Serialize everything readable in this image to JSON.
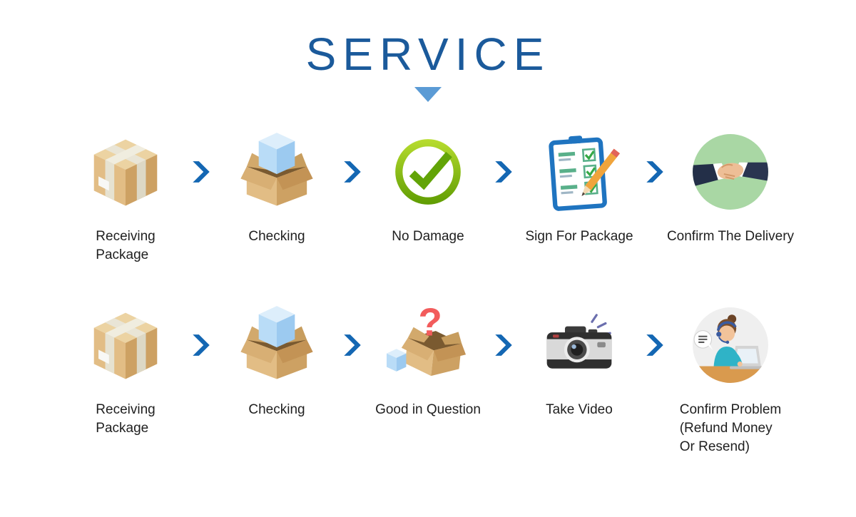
{
  "title": "SERVICE",
  "colors": {
    "title_blue": "#1b5a9b",
    "arrow_light_blue": "#5b9bd5",
    "chevron_blue": "#1467b3",
    "box_tan": "#e2bd85",
    "check_green": "#6fae06",
    "question_red": "#f25c5c",
    "handshake_bg_green": "#a9d7a4"
  },
  "title_arrow_icon": "triangle-down-icon",
  "rows": [
    {
      "name": "normal-delivery-flow",
      "steps": [
        {
          "icon": "closed-box-icon",
          "label": "Receiving\nPackage"
        },
        {
          "icon": "open-box-cube-icon",
          "label": "Checking"
        },
        {
          "icon": "check-circle-icon",
          "label": "No Damage"
        },
        {
          "icon": "clipboard-pencil-icon",
          "label": "Sign For Package"
        },
        {
          "icon": "handshake-icon",
          "label": "Confirm The Delivery"
        }
      ]
    },
    {
      "name": "problem-flow",
      "steps": [
        {
          "icon": "closed-box-icon",
          "label": "Receiving\nPackage"
        },
        {
          "icon": "open-box-cube-icon",
          "label": "Checking"
        },
        {
          "icon": "question-box-icon",
          "label": "Good in Question"
        },
        {
          "icon": "camera-icon",
          "label": "Take Video"
        },
        {
          "icon": "support-agent-icon",
          "label": "Confirm Problem\n(Refund Money\nOr Resend)"
        }
      ]
    }
  ]
}
